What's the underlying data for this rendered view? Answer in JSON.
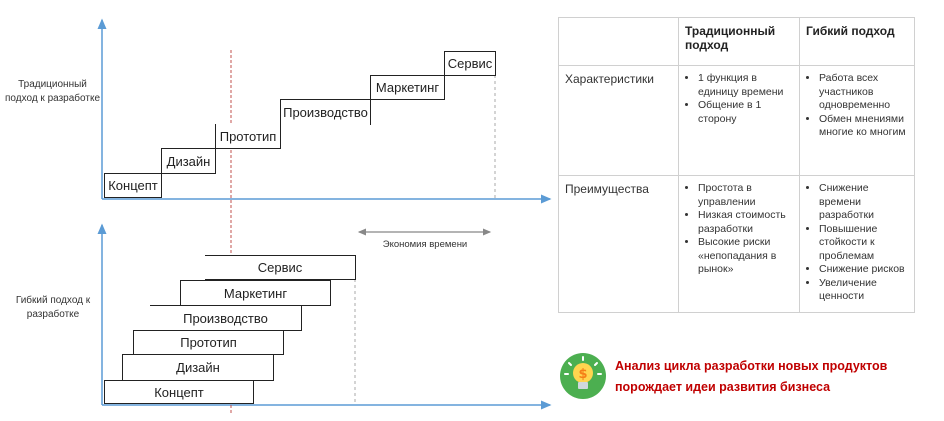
{
  "traditional": {
    "label": "Традиционный подход к разработке",
    "stages": [
      "Концепт",
      "Дизайн",
      "Прототип",
      "Производство",
      "Маркетинг",
      "Сервис"
    ]
  },
  "agile": {
    "label": "Гибкий подход к разработке",
    "stages": [
      "Концепт",
      "Дизайн",
      "Прототип",
      "Производство",
      "Маркетинг",
      "Сервис"
    ]
  },
  "time_saving": "Экономия времени",
  "table": {
    "headers": [
      "",
      "Традиционный подход",
      "Гибкий подход"
    ],
    "rows": [
      {
        "label": "Характеристики",
        "traditional": [
          "1 функция в единицу времени",
          "Общение в 1 сторону"
        ],
        "agile": [
          "Работа всех участников одновременно",
          "Обмен мнениями многие ко многим"
        ]
      },
      {
        "label": "Преимущества",
        "traditional": [
          "Простота в управлении",
          "Низкая стоимость разработки",
          "Высокие риски «непопадания в рынок»"
        ],
        "agile": [
          "Снижение времени разработки",
          "Повышение стойкости к проблемам",
          "Снижение рисков",
          "Увеличение ценности"
        ]
      }
    ]
  },
  "message": {
    "line1": "Анализ цикла разработки новых продуктов",
    "line2": "порождает идеи развития бизнеса",
    "icon": "lightbulb-dollar-icon"
  },
  "colors": {
    "axis": "#5b9bd5",
    "marker": "#c0504d",
    "message": "#c00000",
    "icon_bg": "#4caf50"
  }
}
